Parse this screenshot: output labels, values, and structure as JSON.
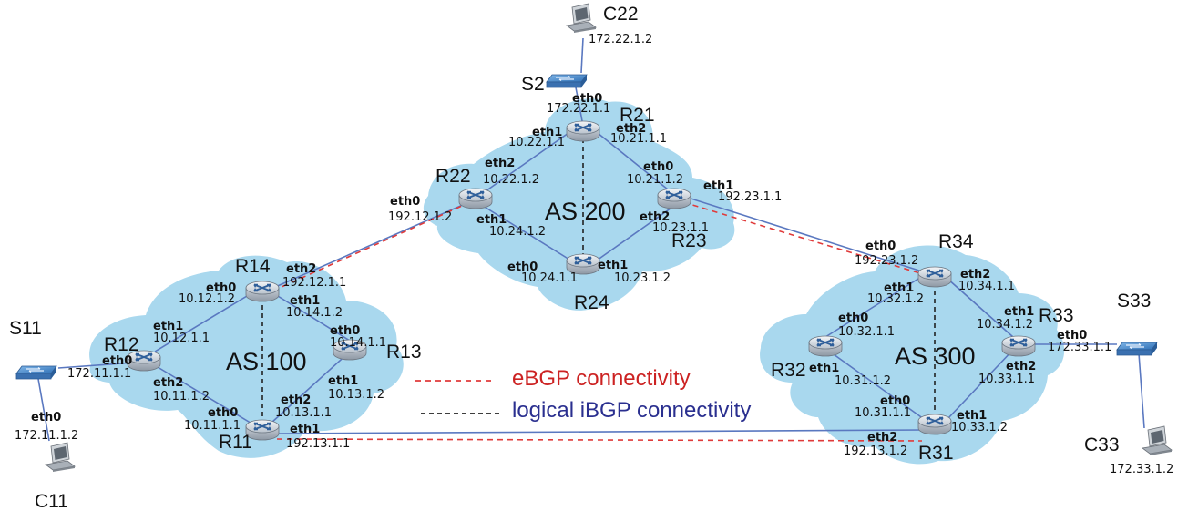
{
  "colors": {
    "as_fill": "#a9d8ee",
    "link": "#5a78c0",
    "ebgp": "#e03a3a",
    "ibgp": "#222222",
    "ebgp_text": "#cc2222",
    "ibgp_text": "#2a2f8f"
  },
  "as_labels": {
    "as100": "AS 100",
    "as200": "AS 200",
    "as300": "AS 300"
  },
  "routers": {
    "R11": "R11",
    "R12": "R12",
    "R13": "R13",
    "R14": "R14",
    "R21": "R21",
    "R22": "R22",
    "R23": "R23",
    "R24": "R24",
    "R31": "R31",
    "R32": "R32",
    "R33": "R33",
    "R34": "R34"
  },
  "switches": {
    "S2": "S2",
    "S11": "S11",
    "S33": "S33"
  },
  "hosts": {
    "C22": {
      "name": "C22",
      "if": "",
      "ip": "172.22.1.2"
    },
    "C11": {
      "name": "C11",
      "if": "eth0",
      "ip": "172.11.1.2"
    },
    "C33": {
      "name": "C33",
      "if": "",
      "ip": "172.33.1.2"
    }
  },
  "interfaces": {
    "r12_eth1": {
      "if": "eth1",
      "ip": "10.12.1.1"
    },
    "r12_eth0": {
      "if": "eth0",
      "ip": "172.11.1.1"
    },
    "r12_eth2": {
      "if": "eth2",
      "ip": "10.11.1.2"
    },
    "r14_eth0": {
      "if": "eth0",
      "ip": "10.12.1.2"
    },
    "r14_eth2": {
      "if": "eth2",
      "ip": "192.12.1.1"
    },
    "r14_eth1": {
      "if": "eth1",
      "ip": "10.14.1.2"
    },
    "r13_eth0": {
      "if": "eth0",
      "ip": "10.14.1.1"
    },
    "r13_eth1": {
      "if": "eth1",
      "ip": "10.13.1.2"
    },
    "r11_eth0": {
      "if": "eth0",
      "ip": "10.11.1.1"
    },
    "r11_eth2": {
      "if": "eth2",
      "ip": "10.13.1.1"
    },
    "r11_eth1": {
      "if": "eth1",
      "ip": "192.13.1.1"
    },
    "r21_eth0": {
      "if": "eth0",
      "ip": "172.22.1.1"
    },
    "r21_eth1": {
      "if": "eth1",
      "ip": "10.22.1.1"
    },
    "r21_eth2": {
      "if": "eth2",
      "ip": "10.21.1.1"
    },
    "r22_eth0": {
      "if": "eth0",
      "ip": "192.12.1.2"
    },
    "r22_eth2": {
      "if": "eth2",
      "ip": "10.22.1.2"
    },
    "r22_eth1": {
      "if": "eth1",
      "ip": "10.24.1.2"
    },
    "r23_eth0": {
      "if": "eth0",
      "ip": "10.21.1.2"
    },
    "r23_eth1": {
      "if": "eth1",
      "ip": "192.23.1.1"
    },
    "r23_eth2": {
      "if": "eth2",
      "ip": "10.23.1.1"
    },
    "r24_eth0": {
      "if": "eth0",
      "ip": "10.24.1.1"
    },
    "r24_eth1": {
      "if": "eth1",
      "ip": "10.23.1.2"
    },
    "r34_eth0": {
      "if": "eth0",
      "ip": "192.23.1.2"
    },
    "r34_eth2": {
      "if": "eth2",
      "ip": "10.34.1.1"
    },
    "r34_eth1": {
      "if": "eth1",
      "ip": "10.32.1.2"
    },
    "r32_eth0": {
      "if": "eth0",
      "ip": "10.32.1.1"
    },
    "r32_eth1": {
      "if": "eth1",
      "ip": "10.31.1.2"
    },
    "r33_eth1": {
      "if": "eth1",
      "ip": "10.34.1.2"
    },
    "r33_eth0": {
      "if": "eth0",
      "ip": "172.33.1.1"
    },
    "r33_eth2": {
      "if": "eth2",
      "ip": "10.33.1.1"
    },
    "r31_eth0": {
      "if": "eth0",
      "ip": "10.31.1.1"
    },
    "r31_eth1": {
      "if": "eth1",
      "ip": "10.33.1.2"
    },
    "r31_eth2": {
      "if": "eth2",
      "ip": "192.13.1.2"
    }
  },
  "legend": {
    "ebgp": "eBGP connectivity",
    "ibgp": "logical iBGP connectivity"
  }
}
